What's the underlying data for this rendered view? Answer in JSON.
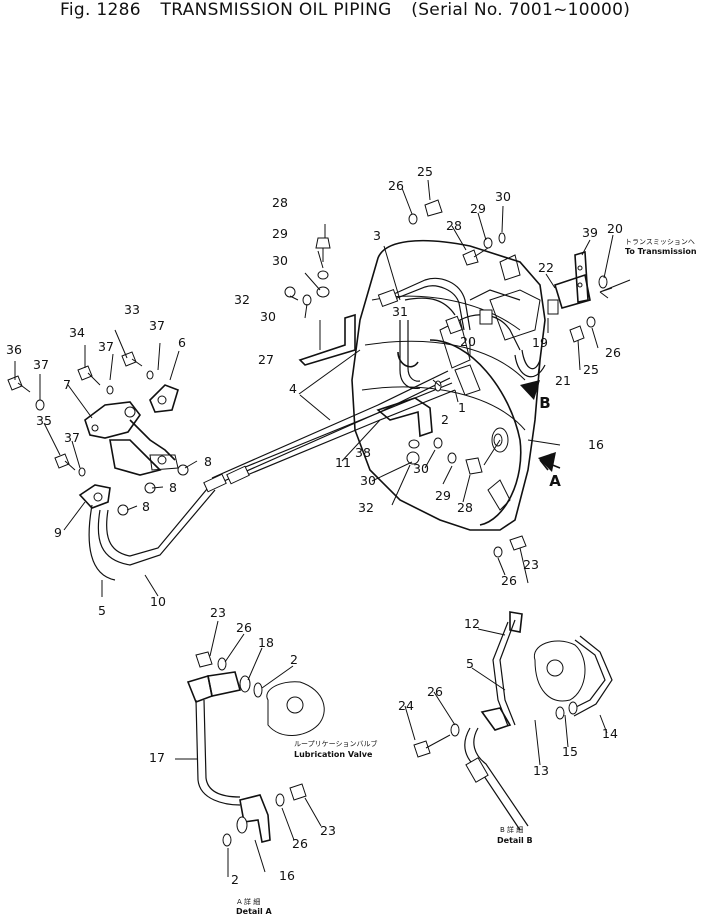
{
  "header": {
    "fig": "Fig. 1286",
    "title": "TRANSMISSION OIL PIPING",
    "serial": "(Serial No. 7001~10000)"
  },
  "part_numbers": [
    "1",
    "2",
    "3",
    "4",
    "5",
    "6",
    "7",
    "8",
    "9",
    "10",
    "11",
    "12",
    "13",
    "14",
    "15",
    "16",
    "17",
    "18",
    "19",
    "20",
    "21",
    "22",
    "23",
    "24",
    "25",
    "26",
    "27",
    "28",
    "29",
    "30",
    "31",
    "32",
    "33",
    "34",
    "35",
    "36",
    "37",
    "38",
    "39"
  ],
  "captions": {
    "to_transmission_jp": "トランスミッションへ",
    "to_transmission_en": "To Transmission",
    "lubrication_valve_jp": "ループリケーションバルブ",
    "lubrication_valve_en": "Lubrication Valve",
    "detail_a_jp": "A 詳 細",
    "detail_a_en": "Detail A",
    "detail_b_jp": "B 詳 細",
    "detail_b_en": "Detail B",
    "view_a": "A",
    "view_b": "B"
  }
}
